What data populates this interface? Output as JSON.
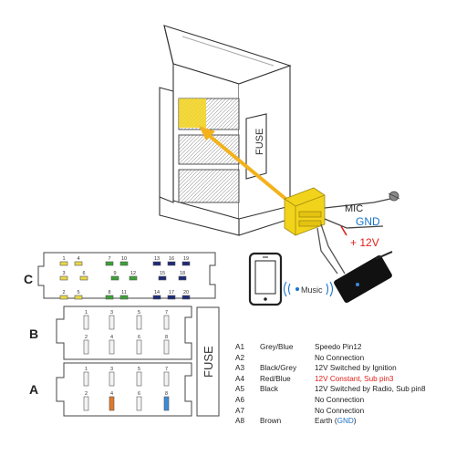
{
  "labels": {
    "fuse_top": "FUSE",
    "fuse_bottom": "FUSE",
    "mic": "MIC",
    "gnd": "GND",
    "v12": "+ 12V",
    "music": "Music",
    "conn_a": "A",
    "conn_b": "B",
    "conn_c": "C"
  },
  "connector_c": {
    "top_row": [
      "1",
      "4",
      "7",
      "10",
      "13",
      "16",
      "19"
    ],
    "mid_row": [
      "3",
      "6",
      "9",
      "12",
      "15",
      "18"
    ],
    "bottom_row": [
      "2",
      "5",
      "8",
      "11",
      "14",
      "17",
      "20"
    ]
  },
  "connector_b": {
    "top_row": [
      "1",
      "3",
      "5",
      "7"
    ],
    "bottom_row": [
      "2",
      "4",
      "6",
      "8"
    ]
  },
  "connector_a": {
    "top_row": [
      "1",
      "3",
      "5",
      "7"
    ],
    "bottom_row": [
      "2",
      "4",
      "6",
      "8"
    ]
  },
  "pinout": [
    {
      "pin": "A1",
      "color": "Grey/Blue",
      "desc": "Speedo Pin12"
    },
    {
      "pin": "A2",
      "color": "",
      "desc": "No Connection"
    },
    {
      "pin": "A3",
      "color": "Black/Grey",
      "desc": "12V Switched by Ignition"
    },
    {
      "pin": "A4",
      "color": "Red/Blue",
      "desc_main": "12V Constant, Sub pin3"
    },
    {
      "pin": "A5",
      "color": "Black",
      "desc": "12V Switched by Radio, Sub pin8"
    },
    {
      "pin": "A6",
      "color": "",
      "desc": "No Connection"
    },
    {
      "pin": "A7",
      "color": "",
      "desc": "No Connection"
    },
    {
      "pin": "A8",
      "color": "Brown",
      "desc_pre": "Earth (",
      "desc_gnd": "GND",
      "desc_post": ")"
    }
  ],
  "colors": {
    "yellow_adapter": "#f2d31b",
    "arrow": "#f3b21b",
    "pin_yellow": "#e9d84a",
    "pin_green": "#3aa235",
    "pin_navy": "#1c2a78",
    "pin_orange": "#e07a2a",
    "pin_blue": "#3a8bd6",
    "highlight_red": "#e0201a",
    "gnd_blue": "#1a73c9"
  }
}
